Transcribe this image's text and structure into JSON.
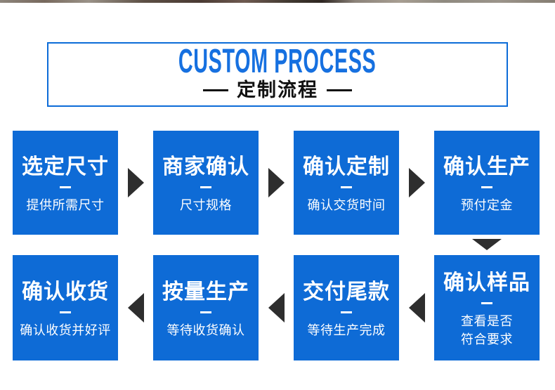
{
  "header": {
    "title_en": "CUSTOM PROCESS",
    "title_cn": "定制流程"
  },
  "colors": {
    "box_blue": "#0e6bd6",
    "header_border_blue": "#0c6cd8",
    "title_blue": "#1670e0",
    "arrow_dark": "#2e2e2e",
    "step_text": "#ffffff",
    "heading_text": "#111111"
  },
  "steps": [
    {
      "title": "选定尺寸",
      "subtitle": "提供所需尺寸"
    },
    {
      "title": "商家确认",
      "subtitle": "尺寸规格"
    },
    {
      "title": "确认定制",
      "subtitle": "确认交货时间"
    },
    {
      "title": "确认生产",
      "subtitle": "预付定金"
    },
    {
      "title": "确认样品",
      "subtitle": "查看是否",
      "subtitle2": "符合要求"
    },
    {
      "title": "交付尾款",
      "subtitle": "等待生产完成"
    },
    {
      "title": "按量生产",
      "subtitle": "等待收货确认"
    },
    {
      "title": "确认收货",
      "subtitle": "确认收货并好评"
    }
  ]
}
